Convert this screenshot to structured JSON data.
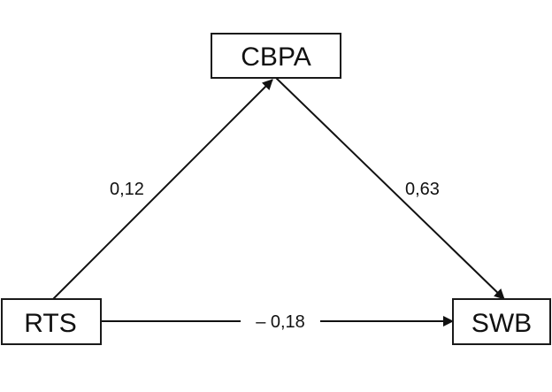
{
  "nodes": {
    "cbpa": {
      "label": "CBPA"
    },
    "rts": {
      "label": "RTS"
    },
    "swb": {
      "label": "SWB"
    }
  },
  "edges": {
    "rts_to_cbpa": {
      "label": "0,12",
      "from": "RTS",
      "to": "CBPA"
    },
    "cbpa_to_swb": {
      "label": "0,63",
      "from": "CBPA",
      "to": "SWB"
    },
    "rts_to_swb": {
      "label": "– 0,18",
      "from": "RTS",
      "to": "SWB"
    }
  },
  "colors": {
    "line": "#111111",
    "box_border": "#1a1a1a",
    "background": "#ffffff"
  }
}
